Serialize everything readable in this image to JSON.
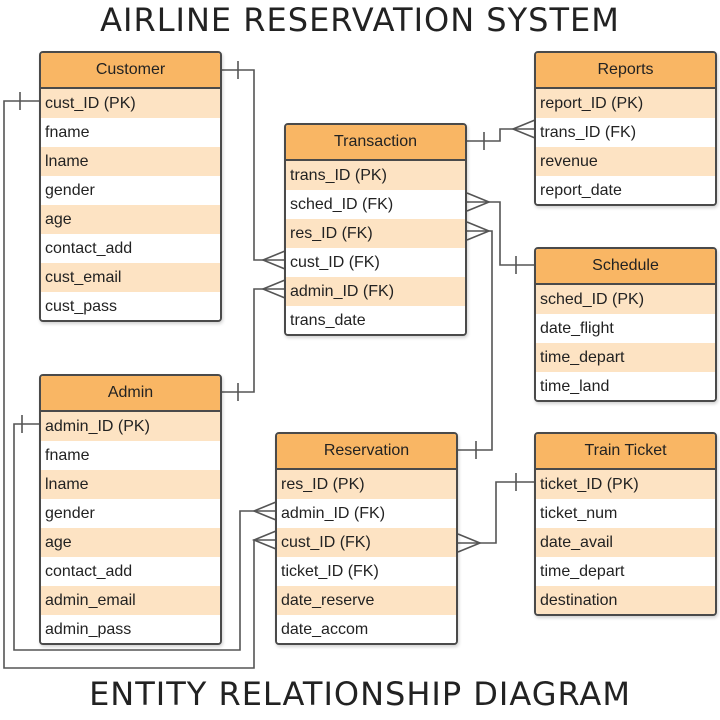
{
  "title": "AIRLINE RESERVATION SYSTEM",
  "subtitle": "ENTITY RELATIONSHIP DIAGRAM",
  "colors": {
    "header": "#f9b664",
    "stripe": "#fde3c3",
    "border": "#4a4a4a"
  },
  "entities": {
    "customer": {
      "name": "Customer",
      "fields": [
        "cust_ID (PK)",
        "fname",
        "lname",
        "gender",
        "age",
        "contact_add",
        "cust_email",
        "cust_pass"
      ]
    },
    "admin": {
      "name": "Admin",
      "fields": [
        "admin_ID (PK)",
        "fname",
        "lname",
        "gender",
        "age",
        "contact_add",
        "admin_email",
        "admin_pass"
      ]
    },
    "transaction": {
      "name": "Transaction",
      "fields": [
        "trans_ID (PK)",
        "sched_ID (FK)",
        "res_ID (FK)",
        "cust_ID (FK)",
        "admin_ID (FK)",
        "trans_date"
      ]
    },
    "reservation": {
      "name": "Reservation",
      "fields": [
        "res_ID (PK)",
        "admin_ID (FK)",
        "cust_ID (FK)",
        "ticket_ID (FK)",
        "date_reserve",
        "date_accom"
      ]
    },
    "reports": {
      "name": "Reports",
      "fields": [
        "report_ID (PK)",
        "trans_ID (FK)",
        "revenue",
        "report_date"
      ]
    },
    "schedule": {
      "name": "Schedule",
      "fields": [
        "sched_ID (PK)",
        "date_flight",
        "time_depart",
        "time_land"
      ]
    },
    "train_ticket": {
      "name": "Train Ticket",
      "fields": [
        "ticket_ID (PK)",
        "ticket_num",
        "date_avail",
        "time_depart",
        "destination"
      ]
    }
  }
}
